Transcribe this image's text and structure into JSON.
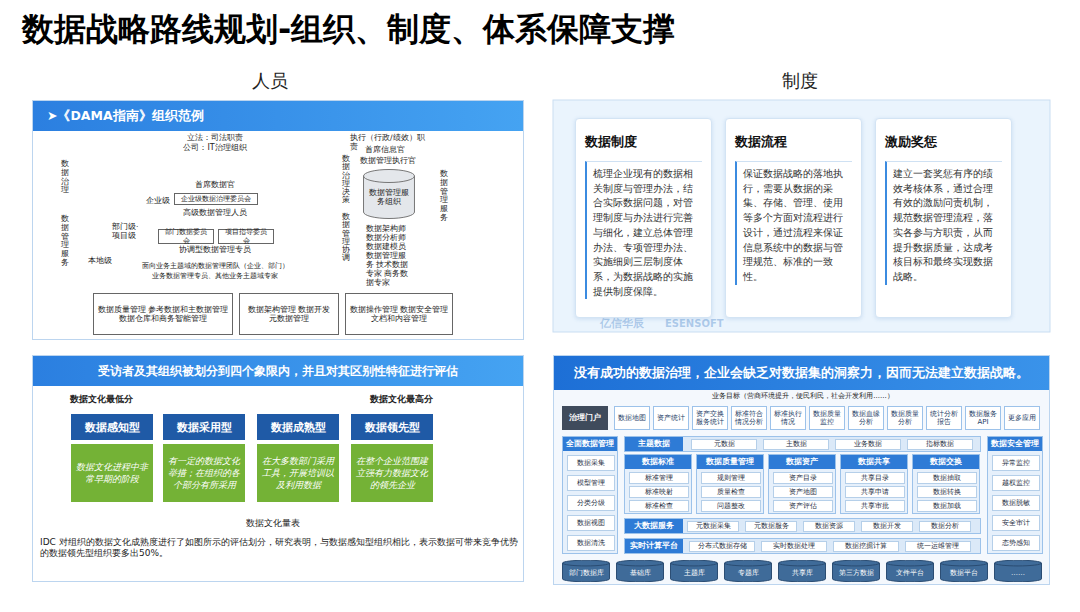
{
  "diagram": {
    "title": "数据战略路线规划-组织、制度、体系保障支撑",
    "nodes": [
      {
        "text": [
          "➤《DAMA指南》组织范例"
        ]
      },
      {
        "text": [
          "企业级数据治理委员会"
        ],
        "in": 0
      },
      {
        "text": [
          "部门数据委员会"
        ],
        "in": 0
      },
      {
        "text": [
          "项目指导委员会"
        ],
        "in": 0
      },
      {
        "text": [
          "数据管理服务组织"
        ],
        "in": 0
      },
      {
        "text": [
          "数据质量管理 参考数据和主数据管理 数据仓库和商务智能管理"
        ],
        "in": 0
      },
      {
        "text": [
          "数据架构管理 数据开发 元数据管理"
        ],
        "in": 0
      },
      {
        "text": [
          "数据操作管理 数据安全管理 文档和内容管理"
        ],
        "in": 0
      },
      {
        "text": [
          "受访者及其组织被划分到四个象限内，并且对其区别性特征进行评估"
        ]
      },
      {
        "text": [
          "数据感知型",
          "数据文化进程中非常早期的阶段"
        ],
        "in": 8
      },
      {
        "text": [
          "数据采用型",
          "有一定的数据文化举措；在组织的各个部分有所采用"
        ],
        "in": 8
      },
      {
        "text": [
          "数据成熟型",
          "在大多数部门采用工具，开展培训以及利用数据"
        ],
        "in": 8
      },
      {
        "text": [
          "数据领先型",
          "在整个企业范围建立强有力数据文化的领先企业"
        ],
        "in": 8
      },
      {
        "text": [
          "数据制度",
          "梳理企业现有的数据相关制度与管理办法，结合实际数据问题，对管理制度与办法进行完善与细化，建立总体管理办法、专项管理办法、实施细则三层制度体系，为数据战略的实施提供制度保障。"
        ]
      },
      {
        "text": [
          "数据流程",
          "保证数据战略的落地执行，需要从数据的采集、存储、管理、使用等多个方面对流程进行设计，通过流程来保证信息系统中的数据与管理规范、标准的一致性。"
        ]
      },
      {
        "text": [
          "激励奖惩",
          "建立一套奖惩有序的绩效考核体系，通过合理有效的激励问责机制，规范数据管理流程，落实各参与方职责，从而提升数据质量，达成考核目标和最终实现数据战略。"
        ]
      },
      {
        "text": [
          "没有成功的数据治理，企业会缺乏对数据集的洞察力，因而无法建立数据战略。"
        ]
      },
      {
        "text": [
          "治理门户"
        ],
        "in": 16
      },
      {
        "text": [
          "数据地图"
        ],
        "in": 16
      },
      {
        "text": [
          "资产统计"
        ],
        "in": 16
      },
      {
        "text": [
          "资产交换服务统计"
        ],
        "in": 16
      },
      {
        "text": [
          "标准符合情况分析"
        ],
        "in": 16
      },
      {
        "text": [
          "标准执行情况"
        ],
        "in": 16
      },
      {
        "text": [
          "数据质量监控"
        ],
        "in": 16
      },
      {
        "text": [
          "数据血缘分析"
        ],
        "in": 16
      },
      {
        "text": [
          "数据质量分析"
        ],
        "in": 16
      },
      {
        "text": [
          "统计分析报告"
        ],
        "in": 16
      },
      {
        "text": [
          "数据服务API"
        ],
        "in": 16
      },
      {
        "text": [
          "更多应用"
        ],
        "in": 16
      },
      {
        "text": [
          "全面数据管理"
        ],
        "in": 16
      },
      {
        "text": [
          "数据采集"
        ],
        "in": 29
      },
      {
        "text": [
          "模型管理"
        ],
        "in": 29
      },
      {
        "text": [
          "分类分级"
        ],
        "in": 29
      },
      {
        "text": [
          "数据视图"
        ],
        "in": 29
      },
      {
        "text": [
          "数据清洗"
        ],
        "in": 29
      },
      {
        "text": [
          "主题数据"
        ],
        "in": 16
      },
      {
        "text": [
          "元数据"
        ],
        "in": 35
      },
      {
        "text": [
          "主数据"
        ],
        "in": 35
      },
      {
        "text": [
          "业务数据"
        ],
        "in": 35
      },
      {
        "text": [
          "指标数据"
        ],
        "in": 35
      },
      {
        "text": [
          "数据标准"
        ],
        "in": 16
      },
      {
        "text": [
          "标准管理"
        ],
        "in": 40
      },
      {
        "text": [
          "标准映射"
        ],
        "in": 40
      },
      {
        "text": [
          "标准检查"
        ],
        "in": 40
      },
      {
        "text": [
          "数据质量管理"
        ],
        "in": 16
      },
      {
        "text": [
          "规则管理"
        ],
        "in": 44
      },
      {
        "text": [
          "质量检查"
        ],
        "in": 44
      },
      {
        "text": [
          "问题整改"
        ],
        "in": 44
      },
      {
        "text": [
          "数据资产"
        ],
        "in": 16
      },
      {
        "text": [
          "资产目录"
        ],
        "in": 48
      },
      {
        "text": [
          "资产地图"
        ],
        "in": 48
      },
      {
        "text": [
          "资产评估"
        ],
        "in": 48
      },
      {
        "text": [
          "数据共享"
        ],
        "in": 16
      },
      {
        "text": [
          "共享目录"
        ],
        "in": 52
      },
      {
        "text": [
          "共享申请"
        ],
        "in": 52
      },
      {
        "text": [
          "共享审批"
        ],
        "in": 52
      },
      {
        "text": [
          "数据交换"
        ],
        "in": 16
      },
      {
        "text": [
          "数据抽取"
        ],
        "in": 56
      },
      {
        "text": [
          "数据转换"
        ],
        "in": 56
      },
      {
        "text": [
          "数据加载"
        ],
        "in": 56
      },
      {
        "text": [
          "数据安全管理"
        ],
        "in": 16
      },
      {
        "text": [
          "异常监控"
        ],
        "in": 60
      },
      {
        "text": [
          "越权监控"
        ],
        "in": 60
      },
      {
        "text": [
          "数据脱敏"
        ],
        "in": 60
      },
      {
        "text": [
          "安全审计"
        ],
        "in": 60
      },
      {
        "text": [
          "态势感知"
        ],
        "in": 60
      },
      {
        "text": [
          "大数据服务"
        ],
        "in": 16
      },
      {
        "text": [
          "元数据采集"
        ],
        "in": 66
      },
      {
        "text": [
          "元数据服务"
        ],
        "in": 66
      },
      {
        "text": [
          "数据资源"
        ],
        "in": 66
      },
      {
        "text": [
          "数据开发"
        ],
        "in": 66
      },
      {
        "text": [
          "数据分析"
        ],
        "in": 66
      },
      {
        "text": [
          "实时计算平台"
        ],
        "in": 16
      },
      {
        "text": [
          "分布式数据存储"
        ],
        "in": 72
      },
      {
        "text": [
          "实时数据处理"
        ],
        "in": 72
      },
      {
        "text": [
          "数据挖掘计算"
        ],
        "in": 72
      },
      {
        "text": [
          "统一运维管理"
        ],
        "in": 72
      },
      {
        "text": [
          "部门数据库"
        ],
        "in": 16
      },
      {
        "text": [
          "基础库"
        ],
        "in": 16
      },
      {
        "text": [
          "主题库"
        ],
        "in": 16
      },
      {
        "text": [
          "专题库"
        ],
        "in": 16
      },
      {
        "text": [
          "共享库"
        ],
        "in": 16
      },
      {
        "text": [
          "第三方数据"
        ],
        "in": 16
      },
      {
        "text": [
          "文件平台"
        ],
        "in": 16
      },
      {
        "text": [
          "数据平台"
        ],
        "in": 16
      },
      {
        "text": [
          "……"
        ],
        "in": 16
      }
    ],
    "labels": [
      "人员",
      "制度",
      "立法：司法职责",
      "公司：IT治理组织",
      "首席数据官",
      "企业级",
      "高级数据管理人员",
      "部门级·项目级",
      "协调型数据管理专员",
      "本地级",
      "面向业务主题域的数据管理团队（企业、部门）",
      "业务数据管理专员、其他业务主题域专家",
      "执行（行政/绩效）职责",
      "首席信息官",
      "数据管理执行官",
      "数据架构师 数据分析师 数据建模员 数据管理服务 技术数据专家 商务数据专家",
      "数据治理",
      "数据管理服务",
      "数据治理决策",
      "数据管理协调",
      "数据管理服务",
      "数据文化最低分",
      "数据文化最高分",
      "数据文化量表",
      "IDC 对组织的数据文化成熟度进行了如图所示的评估划分，研究表明，与数据感知型组织相比，表示数据可带来竞争优势的数据领先型组织要多出50%。",
      "业务目标（营商环境提升，便民利民，社会开发利用......）",
      "亿信华辰",
      "ESENSOFT",
      "亿信华辰",
      "ESENSOFT",
      "亿信华辰",
      "ESENSOFT",
      "亿信华辰",
      "ESENSOFT"
    ]
  }
}
